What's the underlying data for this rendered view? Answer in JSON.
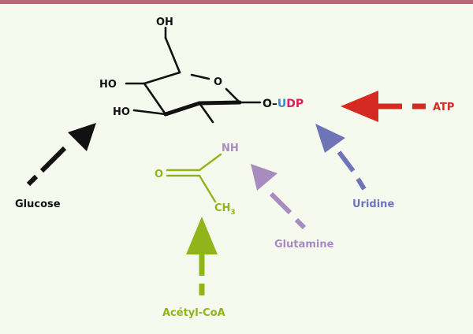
{
  "colors": {
    "background": "#f6faee",
    "top_border": "#b36a78",
    "black": "#111111",
    "atp": "#d42a22",
    "uridine": "#6f74b8",
    "glutamine": "#a88cc0",
    "acetyl_coa": "#8fb51b",
    "u_letter": "#2f8fd0",
    "dp_letters": "#d81f5a"
  },
  "molecule": {
    "oh_top": "OH",
    "ho_left_upper": "HO",
    "ho_left_lower": "HO",
    "ring_oxygen": "O",
    "link": "O–",
    "u": "U",
    "dp": "DP",
    "nh": "NH",
    "carbonyl_o": "O",
    "ch3": "CH",
    "ch3_sub": "3"
  },
  "sources": {
    "glucose": "Glucose",
    "acetyl_coa": "Acétyl-CoA",
    "glutamine": "Glutamine",
    "uridine": "Uridine",
    "atp": "ATP"
  },
  "icons": {
    "glucose_arrow": "arrow-up-right-icon",
    "acetyl_arrow": "arrow-up-icon",
    "glutamine_arrow": "arrow-up-left-icon",
    "uridine_arrow": "arrow-up-left-icon",
    "atp_arrow": "arrow-left-icon"
  }
}
